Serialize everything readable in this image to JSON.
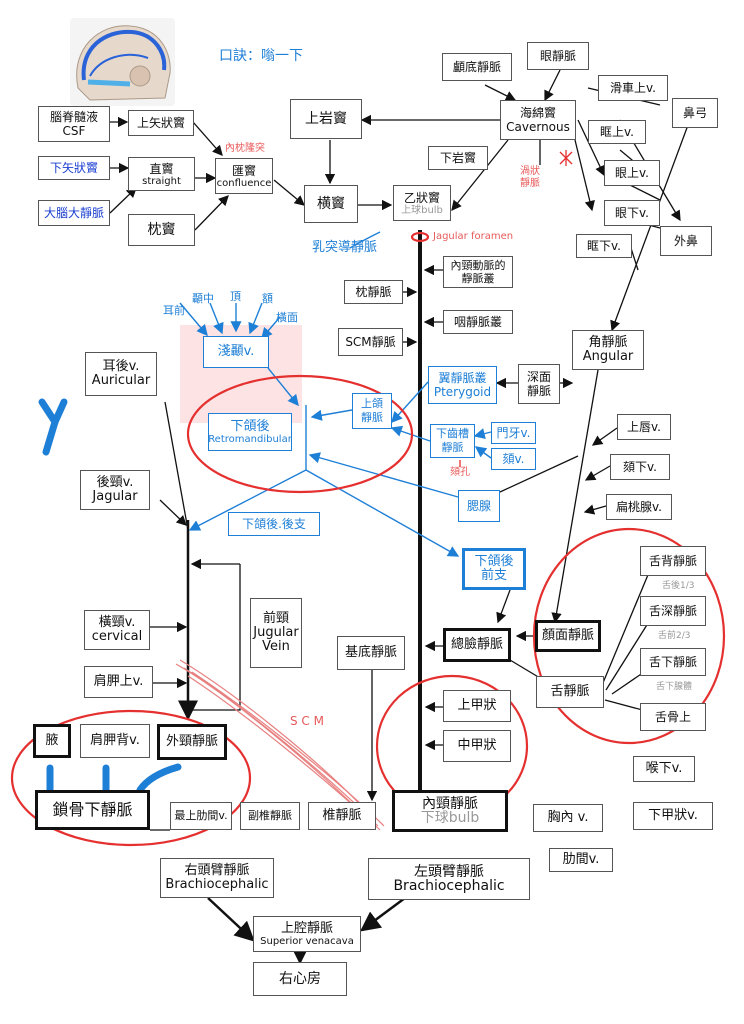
{
  "mnemonic": "口訣：嗡一下",
  "boxes": {
    "csf": {
      "line1": "腦脊髓液",
      "line2": "CSF"
    },
    "sup_sagittal": "上矢狀竇",
    "inf_sagittal": "下矢狀竇",
    "great_cerebral": "大腦大靜脈",
    "straight": {
      "line1": "直竇",
      "line2": "straight"
    },
    "occipital_sinus": "枕竇",
    "confluence": {
      "line1": "匯竇",
      "line2": "confluence"
    },
    "sup_petrosal": "上岩竇",
    "transverse": "横竇",
    "sigmoid": {
      "line1": "乙狀竇",
      "line2": "上球bulb"
    },
    "inf_petrosal": "下岩竇",
    "cavernous": {
      "line1": "海綿竇",
      "line2": "Cavernous"
    },
    "skull_base": "顱底靜脈",
    "ophthalmic": "眼靜脈",
    "supratrochlear": "滑車上v.",
    "nasal_arch": "鼻弓",
    "supraorbital": "眶上v.",
    "sup_ophthalmic": "眼上v.",
    "inf_ophthalmic": "眼下v.",
    "infraorbital": "眶下v.",
    "external_nose": "外鼻",
    "mastoid_emissary": "乳突導靜脈",
    "icaplexus": {
      "line1": "內頸動脈的",
      "line2": "靜脈叢"
    },
    "occipital_v": "枕靜脈",
    "pharyngeal": "咽靜脈叢",
    "scm_v": "SCM靜脈",
    "pterygoid": {
      "line1": "翼靜脈叢",
      "line2": "Pterygoid"
    },
    "deep_facial": {
      "line1": "深面",
      "line2": "靜脈"
    },
    "angular": {
      "line1": "角靜脈",
      "line2": "Angular"
    },
    "maxillary": {
      "line1": "上頜",
      "line2": "靜脈"
    },
    "inf_alveolar": {
      "line1": "下齒槽",
      "line2": "靜脈"
    },
    "incisor": "門牙v.",
    "mental": "頦v.",
    "mental_foramen": "頦孔",
    "superficial_temporal": "淺顳v.",
    "retromandibular": {
      "line1": "下頜後",
      "line2": "Retromandibular"
    },
    "post_auricular": {
      "line1": "耳後v.",
      "line2": "Auricular"
    },
    "post_jugular": {
      "line1": "後頸v.",
      "line2": "Jagular"
    },
    "parotid": "腮腺",
    "sup_labial": "上唇v.",
    "submental": "頦下v.",
    "tonsillar": "扁桃腺v.",
    "retro_post": "下頜後.後支",
    "retro_ant": {
      "line1": "下頜後",
      "line2": "前支"
    },
    "dorsal_lingual": "舌背靜脈",
    "deep_lingual": "舌深靜脈",
    "sublingual": "舌下靜脈",
    "hyoid": "舌骨上",
    "transverse_cervical": {
      "line1": "橫頸v.",
      "line2": "cervical"
    },
    "suprascapular": "肩胛上v.",
    "anterior_jugular": {
      "line1": "前頸",
      "line2": "Jugular",
      "line3": "Vein"
    },
    "basilar": "基底靜脈",
    "common_facial": "總臉靜脈",
    "facial": "顏面靜脈",
    "lingual": "舌靜脈",
    "sup_thyroid": "上甲狀",
    "mid_thyroid": "中甲狀",
    "axillary": "腋",
    "dorsal_scapular": "肩胛背v.",
    "external_jugular": "外頸靜脈",
    "subclavian": "鎖骨下靜脈",
    "first_intercostal": "最上肋間v.",
    "accessory_vertebral": "副椎靜脈",
    "vertebral": "椎靜脈",
    "internal_jugular": {
      "line1": "內頸靜脈",
      "line2": "下球bulb"
    },
    "internal_thoracic": "胸內 v.",
    "inf_laryngeal": "喉下v.",
    "inf_thyroid": "下甲狀v.",
    "intercostal": "肋間v.",
    "right_brachio": {
      "line1": "右頭臂靜脈",
      "line2": "Brachiocephalic"
    },
    "left_brachio": {
      "line1": "左頭臂靜脈",
      "line2": "Brachiocephalic"
    },
    "svc": {
      "line1": "上腔靜脈",
      "line2": "Superior venacava"
    },
    "right_atrium": "右心房"
  },
  "labels": {
    "occipital_protuberance": "內枕隆突",
    "jugular_foramen": "Jagular foramen",
    "emissary": {
      "line1": "渦狀",
      "line2": "靜脈"
    },
    "temporal_ant": "耳前",
    "temporal_mid": "顳中",
    "parietal": "頂",
    "frontal": "額",
    "transverse_facial": "橫面",
    "scm": "S C M",
    "tongue_post": "舌後1/3",
    "tongue_ant": "舌前2/3",
    "sublingual_gland": "舌下腺體"
  },
  "colors": {
    "blue": "#1e7fd6",
    "navy": "#1a3fd0",
    "red": "#e53030",
    "pink": "#e88080",
    "black": "#111111"
  }
}
